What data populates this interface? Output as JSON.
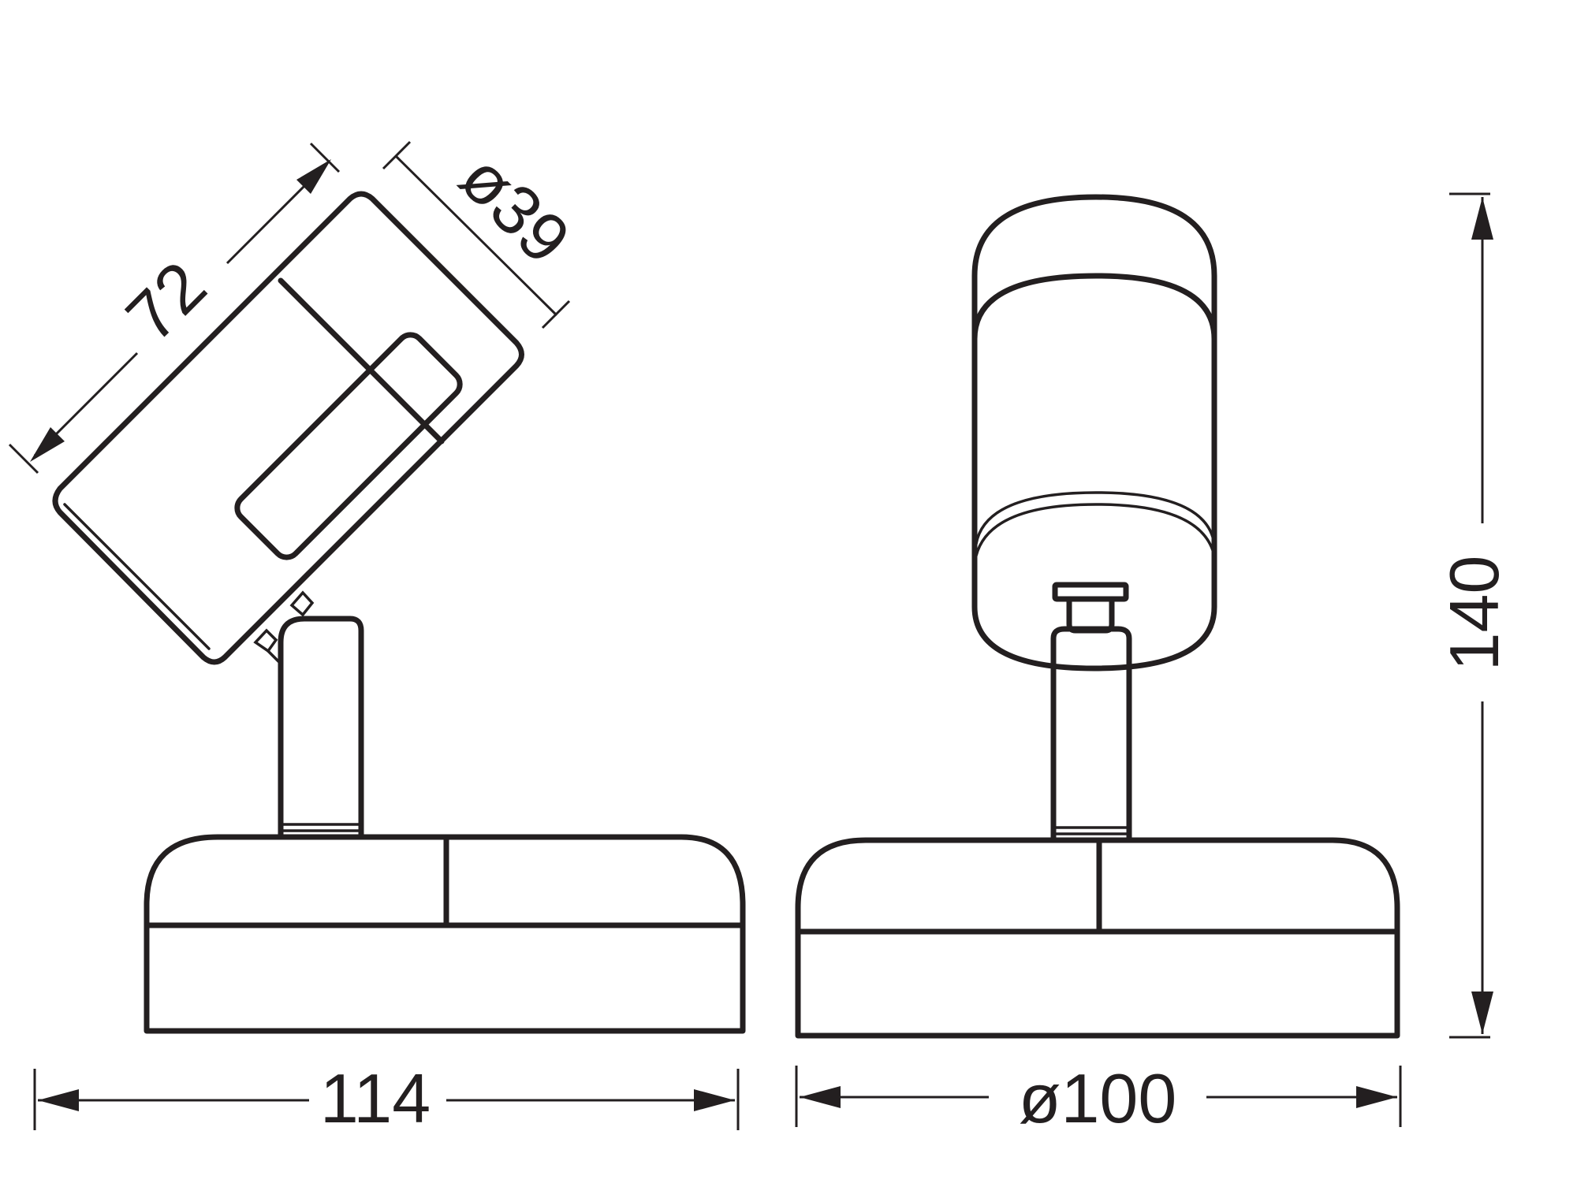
{
  "dimensions": {
    "head_length": "72",
    "head_diameter": "ø39",
    "side_width": "114",
    "base_diameter": "ø100",
    "total_height": "140"
  },
  "colors": {
    "line": "#231f20",
    "background": "#ffffff"
  }
}
